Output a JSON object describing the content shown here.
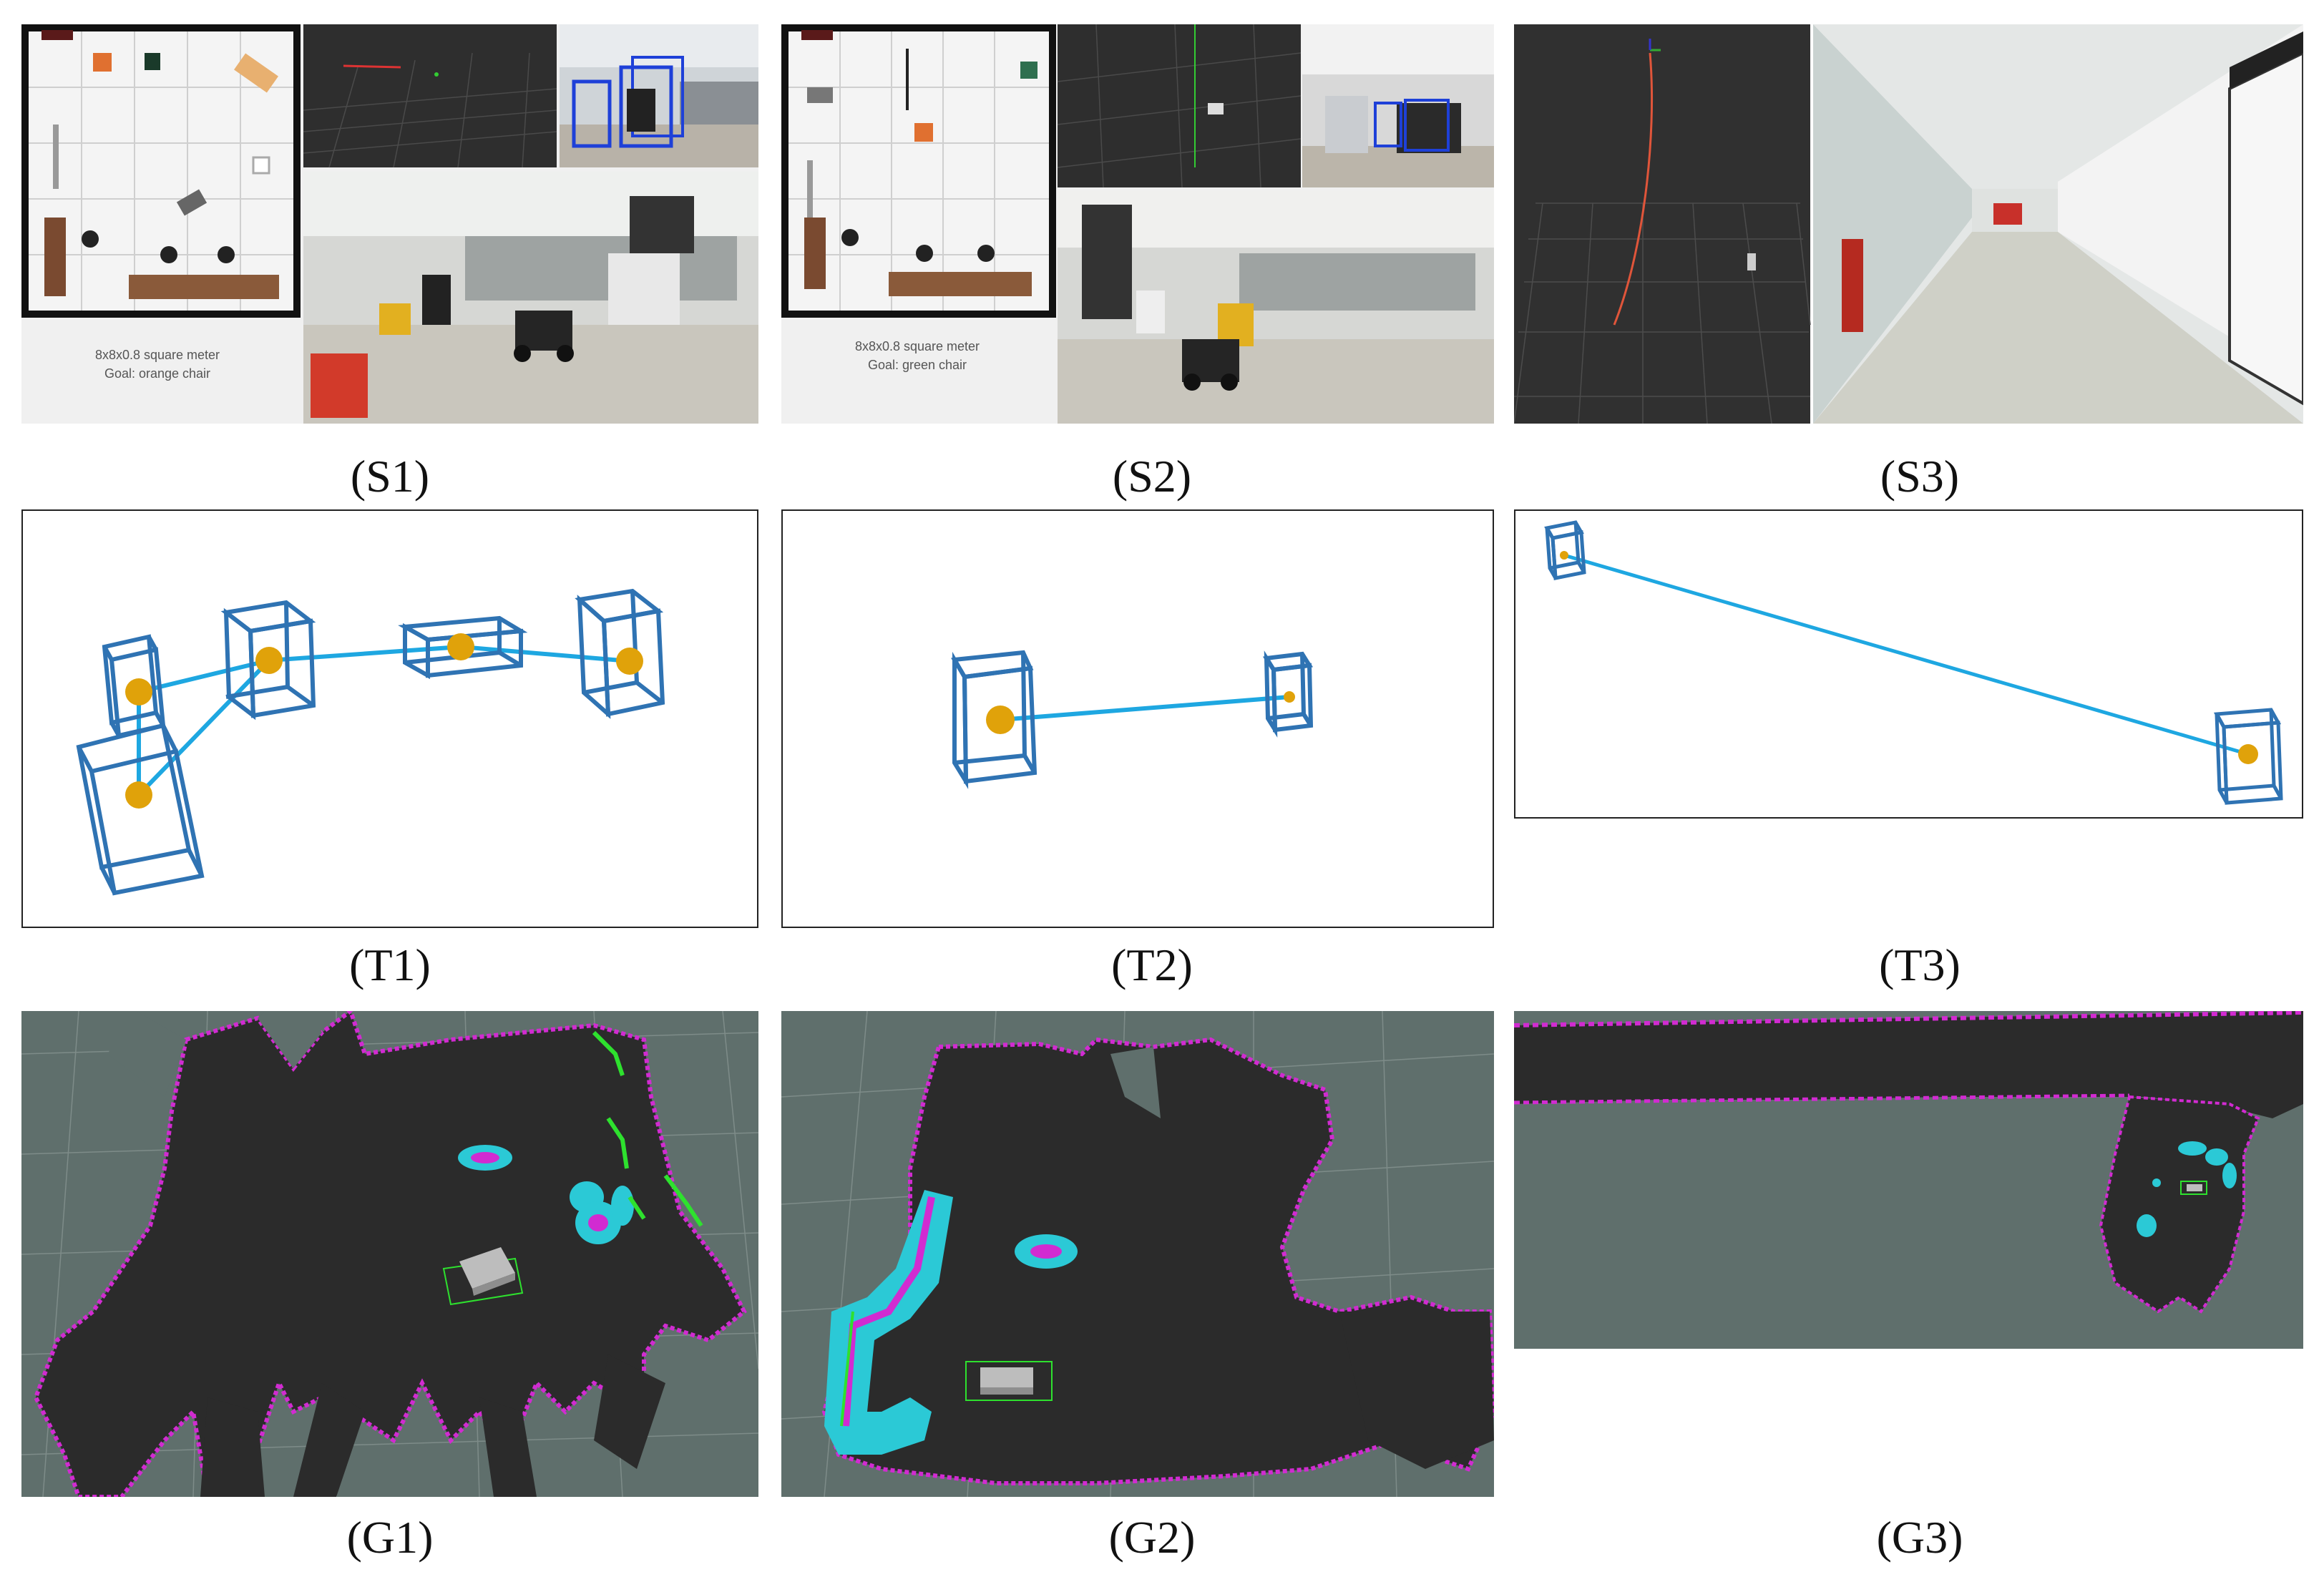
{
  "captions": {
    "s1": "(S1)",
    "s2": "(S2)",
    "s3": "(S3)",
    "t1": "(T1)",
    "t2": "(T2)",
    "t3": "(T3)",
    "g1": "(G1)",
    "g2": "(G2)",
    "g3": "(G3)"
  },
  "s1": {
    "room_size": "8x8x0.8 square meter",
    "goal": "Goal: orange chair"
  },
  "s2": {
    "room_size": "8x8x0.8 square meter",
    "goal": "Goal: green chair"
  },
  "colors": {
    "box": "#2f73b3",
    "node": "#e0a20a",
    "edge": "#1ea7e1",
    "map_bg": "#5f6f6c",
    "map_free": "#2b2b2b",
    "map_edge": "#d12bd1",
    "inflation": "#2bc9d6",
    "laser": "#2ee12e",
    "rviz_bg": "#303030"
  }
}
